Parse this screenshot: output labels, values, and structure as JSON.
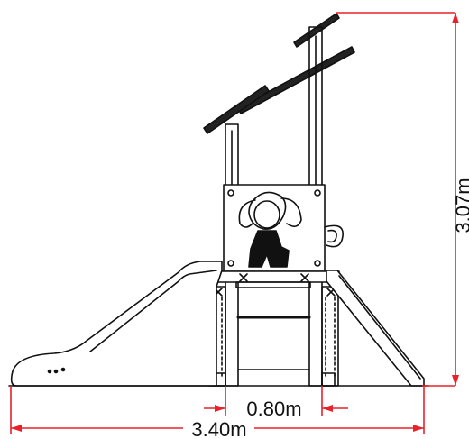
{
  "dimensions": {
    "height_label": "3.07m",
    "platform_width_label": "0.80m",
    "total_length_label": "3.40m"
  },
  "colors": {
    "line": "#111111",
    "dimension": "#e8212a",
    "background": "#ffffff"
  }
}
